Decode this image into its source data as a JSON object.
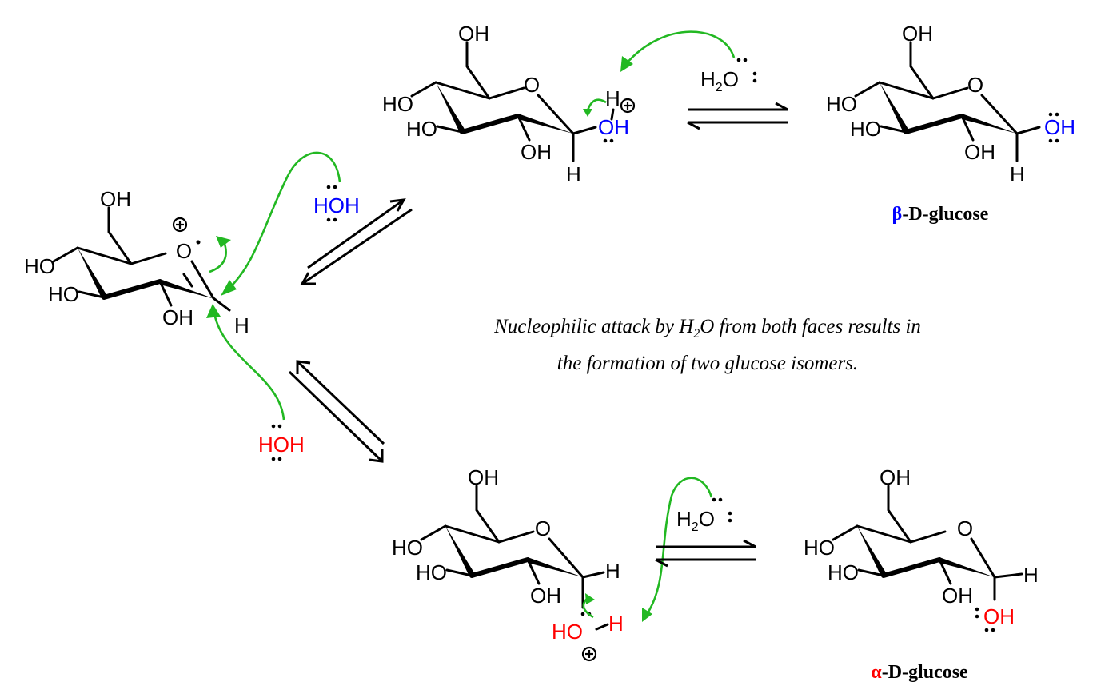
{
  "labels": {
    "OH": "OH",
    "HO": "HO",
    "O": "O",
    "H": "H",
    "HOH_top": "HOH",
    "HOH_bottom": "HOH",
    "water_top": {
      "H": "H",
      "sub": "2",
      "O": "O"
    },
    "water_bottom": {
      "H": "H",
      "sub": "2",
      "O": "O"
    },
    "plus": "+"
  },
  "caption": {
    "line1_pre": "Nucleophilic attack by H",
    "line1_sub": "2",
    "line1_post": "O from both faces results in",
    "line2": "the formation of two glucose isomers."
  },
  "names": {
    "beta": {
      "greek": "β",
      "rest": "-D-glucose"
    },
    "alpha": {
      "greek": "α",
      "rest": "-D-glucose"
    }
  },
  "colors": {
    "arrow": "#22b822",
    "beta": "#0000ff",
    "alpha": "#ff0000"
  }
}
